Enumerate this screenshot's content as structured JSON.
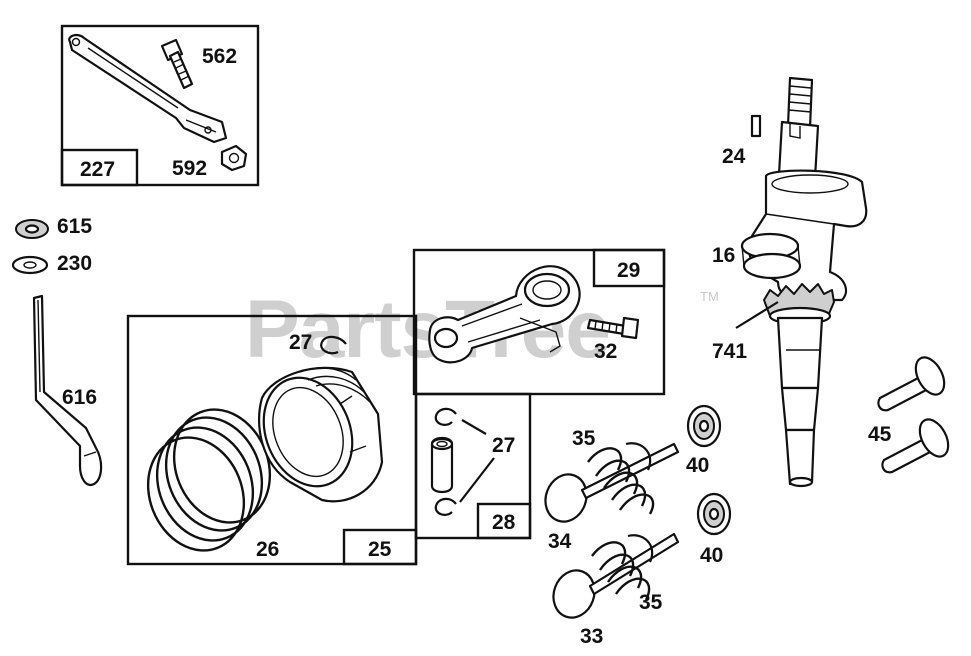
{
  "watermark": {
    "text": "PartsTree",
    "tm": "TM"
  },
  "boxes": {
    "box_227": "227",
    "box_29": "29",
    "box_25": "25",
    "box_28": "28"
  },
  "labels": {
    "p562": "562",
    "p592": "592",
    "p615": "615",
    "p230": "230",
    "p616": "616",
    "p27a": "27",
    "p26": "26",
    "p32": "32",
    "p27b": "27",
    "p24": "24",
    "p16": "16",
    "p741": "741",
    "p45": "45",
    "p35a": "35",
    "p40a": "40",
    "p34": "34",
    "p40b": "40",
    "p35b": "35",
    "p33": "33"
  }
}
